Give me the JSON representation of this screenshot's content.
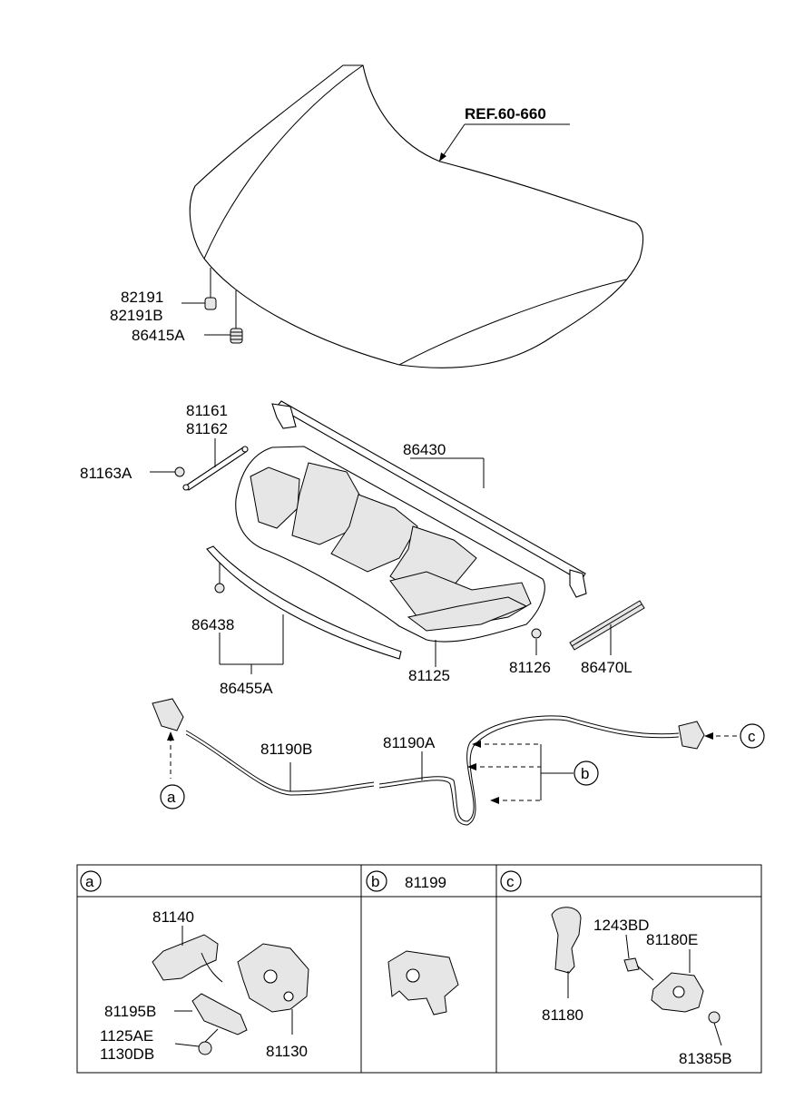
{
  "reference_label": "REF.60-660",
  "part_numbers": {
    "p82191": "82191",
    "p82191B": "82191B",
    "p86415A": "86415A",
    "p81161": "81161",
    "p81162": "81162",
    "p81163A": "81163A",
    "p86430": "86430",
    "p86438": "86438",
    "p86455A": "86455A",
    "p81125": "81125",
    "p81126": "81126",
    "p86470L": "86470L",
    "p81190B": "81190B",
    "p81190A": "81190A"
  },
  "callouts": {
    "a": "a",
    "b": "b",
    "c": "c"
  },
  "detail_table": {
    "col_a": {
      "letter": "a",
      "parts": {
        "p81140": "81140",
        "p81195B": "81195B",
        "p1125AE": "1125AE",
        "p1130DB": "1130DB",
        "p81130": "81130"
      }
    },
    "col_b": {
      "letter": "b",
      "header_part": "81199"
    },
    "col_c": {
      "letter": "c",
      "parts": {
        "p1243BD": "1243BD",
        "p81180E": "81180E",
        "p81180": "81180",
        "p81385B": "81385B"
      }
    }
  }
}
